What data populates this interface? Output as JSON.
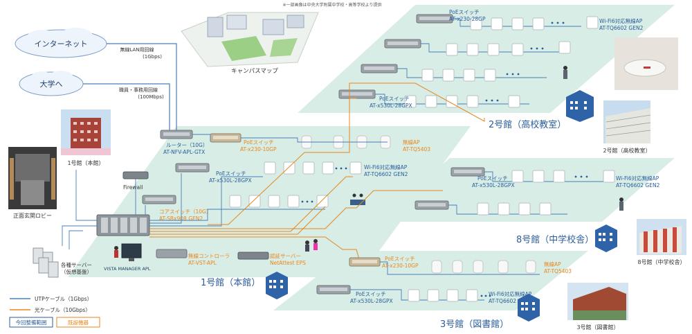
{
  "source_note": "※一部画像は中央大学附属中学校・高等学校より提供",
  "cloud": {
    "internet": "インターネット",
    "univ": "大学へ"
  },
  "links": {
    "wireless": "無線LAN用回線",
    "wireless_bw": "(1Gbps)",
    "staff": "職員・事務用回線",
    "staff_bw": "(100Mbps)"
  },
  "campus_map": "キャンパスマップ",
  "photos": {
    "b1": "1号館（本館）",
    "lobby": "正面玄関ロビー",
    "b2": "2号館（高校教室）",
    "b8": "8号館（中学校舎）",
    "b3": "3号館（図書館）"
  },
  "buildings": {
    "b1": "1号館（本館）",
    "b2": "2号館（高校教室）",
    "b8": "8号館（中学校舎）",
    "b3": "3号館（図書館）"
  },
  "devices": {
    "router_1": "ルーター（10G）",
    "router_2": "AT-NFV-APL-GTX",
    "b1_poe_1": "PoEスイッチ",
    "b1_poe_2": "AT-x230-10GP",
    "b1_ap_1": "無線AP",
    "b1_ap_2": "AT-TQ5403",
    "b1_poe530_1": "PoEスイッチ",
    "b1_poe530_2": "AT-x530L-28GPX",
    "b1_wifi6_1": "Wi-Fi6対応無線AP",
    "b1_wifi6_2": "AT-TQ6602 GEN2",
    "firewall": "Firewall",
    "core_1": "コアスイッチ（10G）",
    "core_2": "AT-SBx908 GEN2",
    "servers_1": "各種サーバー",
    "servers_2": "（仮想基盤）",
    "vista": "VISTA MANAGER APL",
    "wlc_1": "無線コントローラ",
    "wlc_2": "AT-VST-APL",
    "auth_1": "認証サーバー",
    "auth_2": "NetAttest EPS",
    "b2_poe230_1": "PoEスイッチ",
    "b2_poe230_2": "AT-x230-28GP",
    "b2_wifi6_1": "Wi-Fi6対応無線AP",
    "b2_wifi6_2": "AT-TQ6602 GEN2",
    "b2_poe530_1": "PoEスイッチ",
    "b2_poe530_2": "AT-x530L-28GPX",
    "b8_poe530_1": "PoEスイッチ",
    "b8_poe530_2": "AT-x530L-28GPX",
    "b8_wifi6_1": "Wi-Fi6対応無線AP",
    "b8_wifi6_2": "AT-TQ6602 GEN2",
    "b3_poe_1": "PoEスイッチ",
    "b3_poe_2": "AT-x230-10GP",
    "b3_ap_1": "無線AP",
    "b3_ap_2": "AT-TQ5403",
    "b3_poe530_1": "PoEスイッチ",
    "b3_poe530_2": "AT-x530L-28GPX",
    "b3_wifi6_1": "Wi-Fi6対応無線AP",
    "b3_wifi6_2": "AT-TQ6602 GEN2"
  },
  "legend": {
    "utp": "UTPケーブル（1Gbps）",
    "fiber": "光ケーブル（10Gbps）",
    "scope": "今回整備範囲",
    "existing": "既設機器"
  },
  "colors": {
    "floor": "#d7ede6",
    "utp": "#4a7db8",
    "fiber": "#e8861d",
    "building_icon": "#2f63a8",
    "label_blue": "#2b5d9b",
    "label_orange": "#e8861d"
  }
}
